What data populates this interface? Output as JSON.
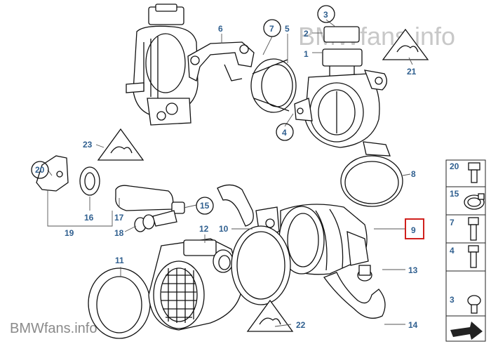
{
  "watermark": {
    "top": "BMWfans.info",
    "bottom": "BMWfans.info"
  },
  "callouts": {
    "c1": "1",
    "c2": "2",
    "c3": "3",
    "c4": "4",
    "c5": "5",
    "c6": "6",
    "c7": "7",
    "c8": "8",
    "c9": "9",
    "c10": "10",
    "c11": "11",
    "c12": "12",
    "c13": "13",
    "c14": "14",
    "c15": "15",
    "c16": "16",
    "c17": "17",
    "c18": "18",
    "c19": "19",
    "c20": "20",
    "c21": "21",
    "c22": "22",
    "c23": "23"
  },
  "side_panel": {
    "items": [
      "20",
      "15",
      "7",
      "4",
      "3"
    ]
  },
  "highlight": {
    "selected_part": "9",
    "color": "#d0201d"
  },
  "colors": {
    "label": "#2f5f8f",
    "line": "#111111"
  }
}
